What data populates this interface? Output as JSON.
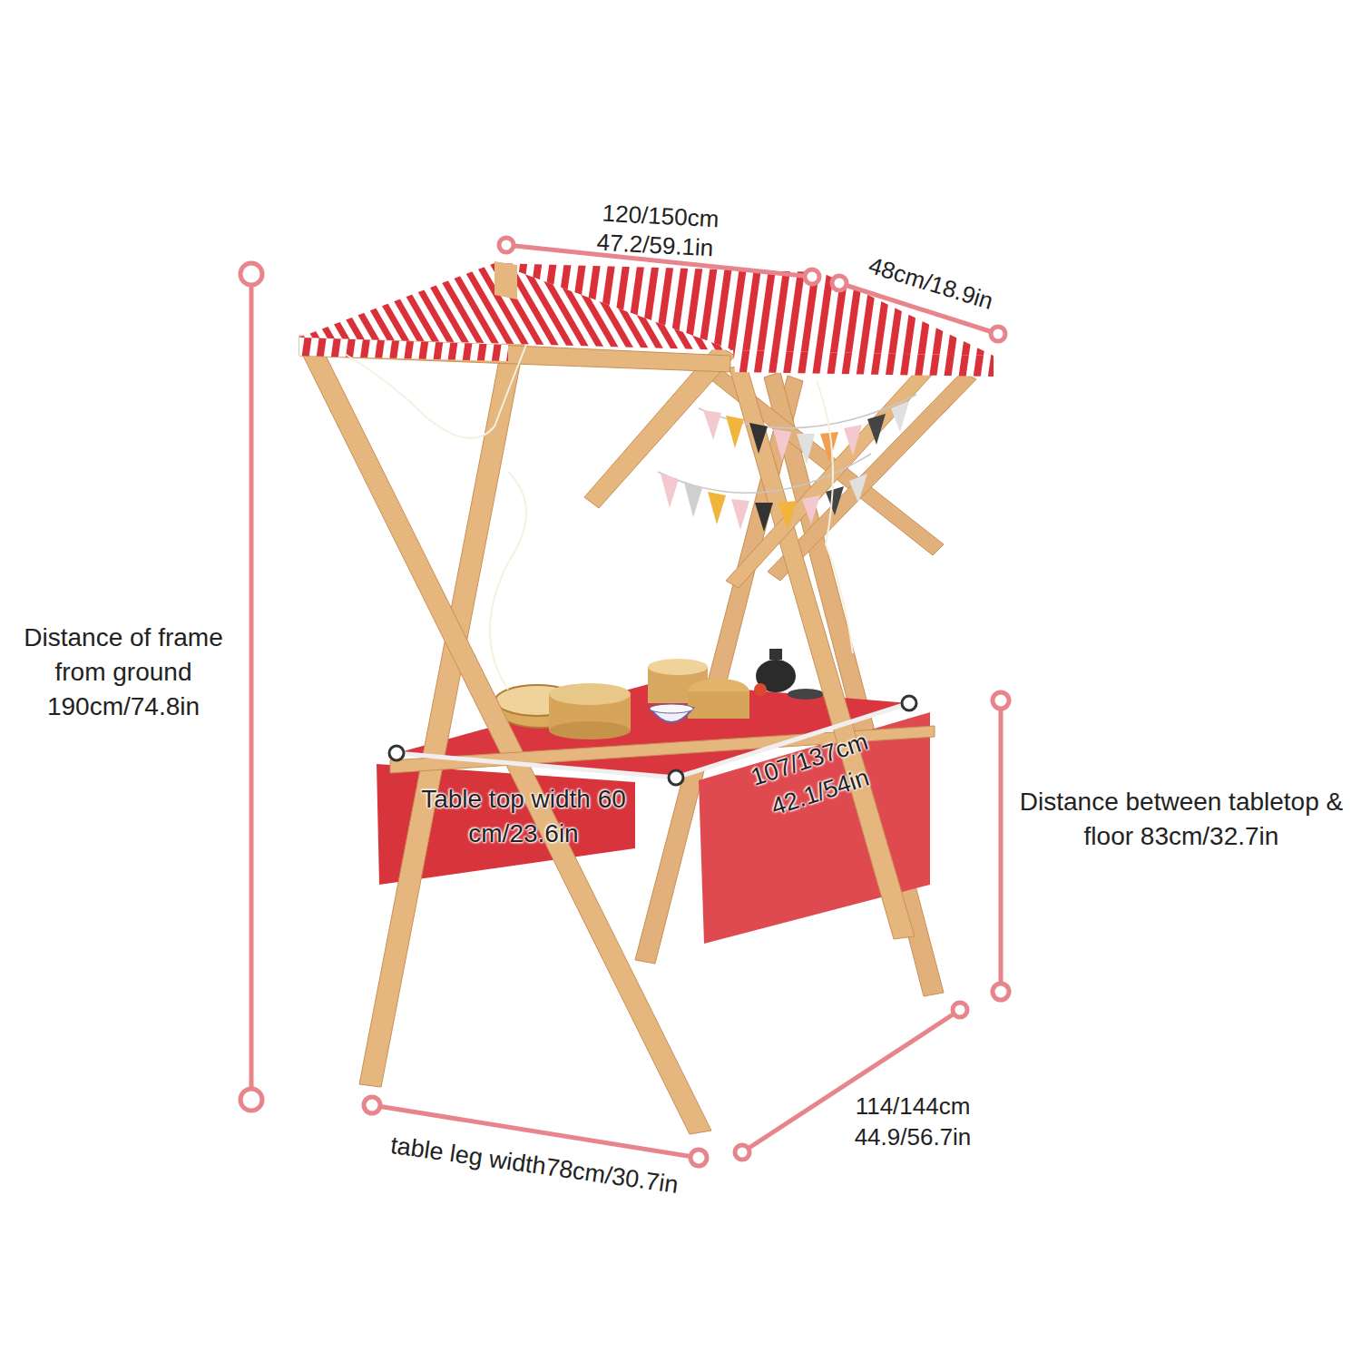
{
  "diagram": {
    "labels": [
      "120/150cm",
      "47.2/59.1in",
      "48cm/18.9in",
      "Distance of frame from ground 190cm/74.8in",
      "Table top width 60 cm/23.6in",
      "107/137cm 42.1/54in",
      "Distance between tabletop & floor 83cm/32.7in",
      "114/144cm",
      "44.9/56.7in",
      "table leg width78cm/30.7in"
    ]
  }
}
